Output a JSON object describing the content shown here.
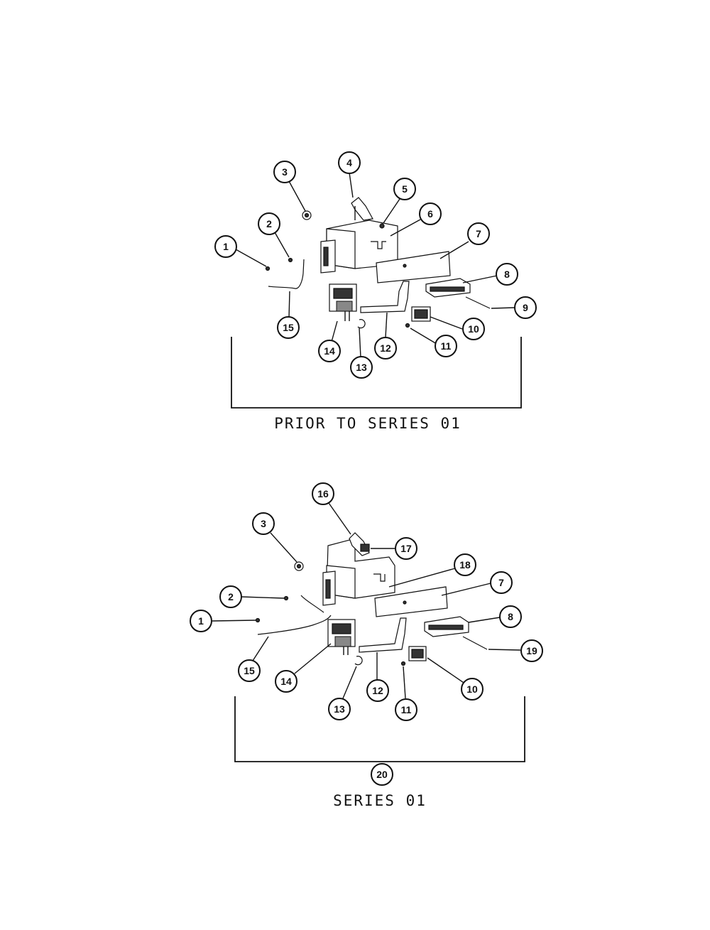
{
  "panels": [
    {
      "caption": "PRIOR TO SERIES 01",
      "callouts": [
        "1",
        "2",
        "3",
        "4",
        "5",
        "6",
        "7",
        "8",
        "9",
        "10",
        "11",
        "12",
        "13",
        "14",
        "15"
      ]
    },
    {
      "caption": "SERIES 01",
      "assembly_callout": "20",
      "callouts": [
        "1",
        "2",
        "3",
        "16",
        "17",
        "18",
        "7",
        "8",
        "19",
        "10",
        "11",
        "12",
        "13",
        "14",
        "15"
      ]
    }
  ]
}
